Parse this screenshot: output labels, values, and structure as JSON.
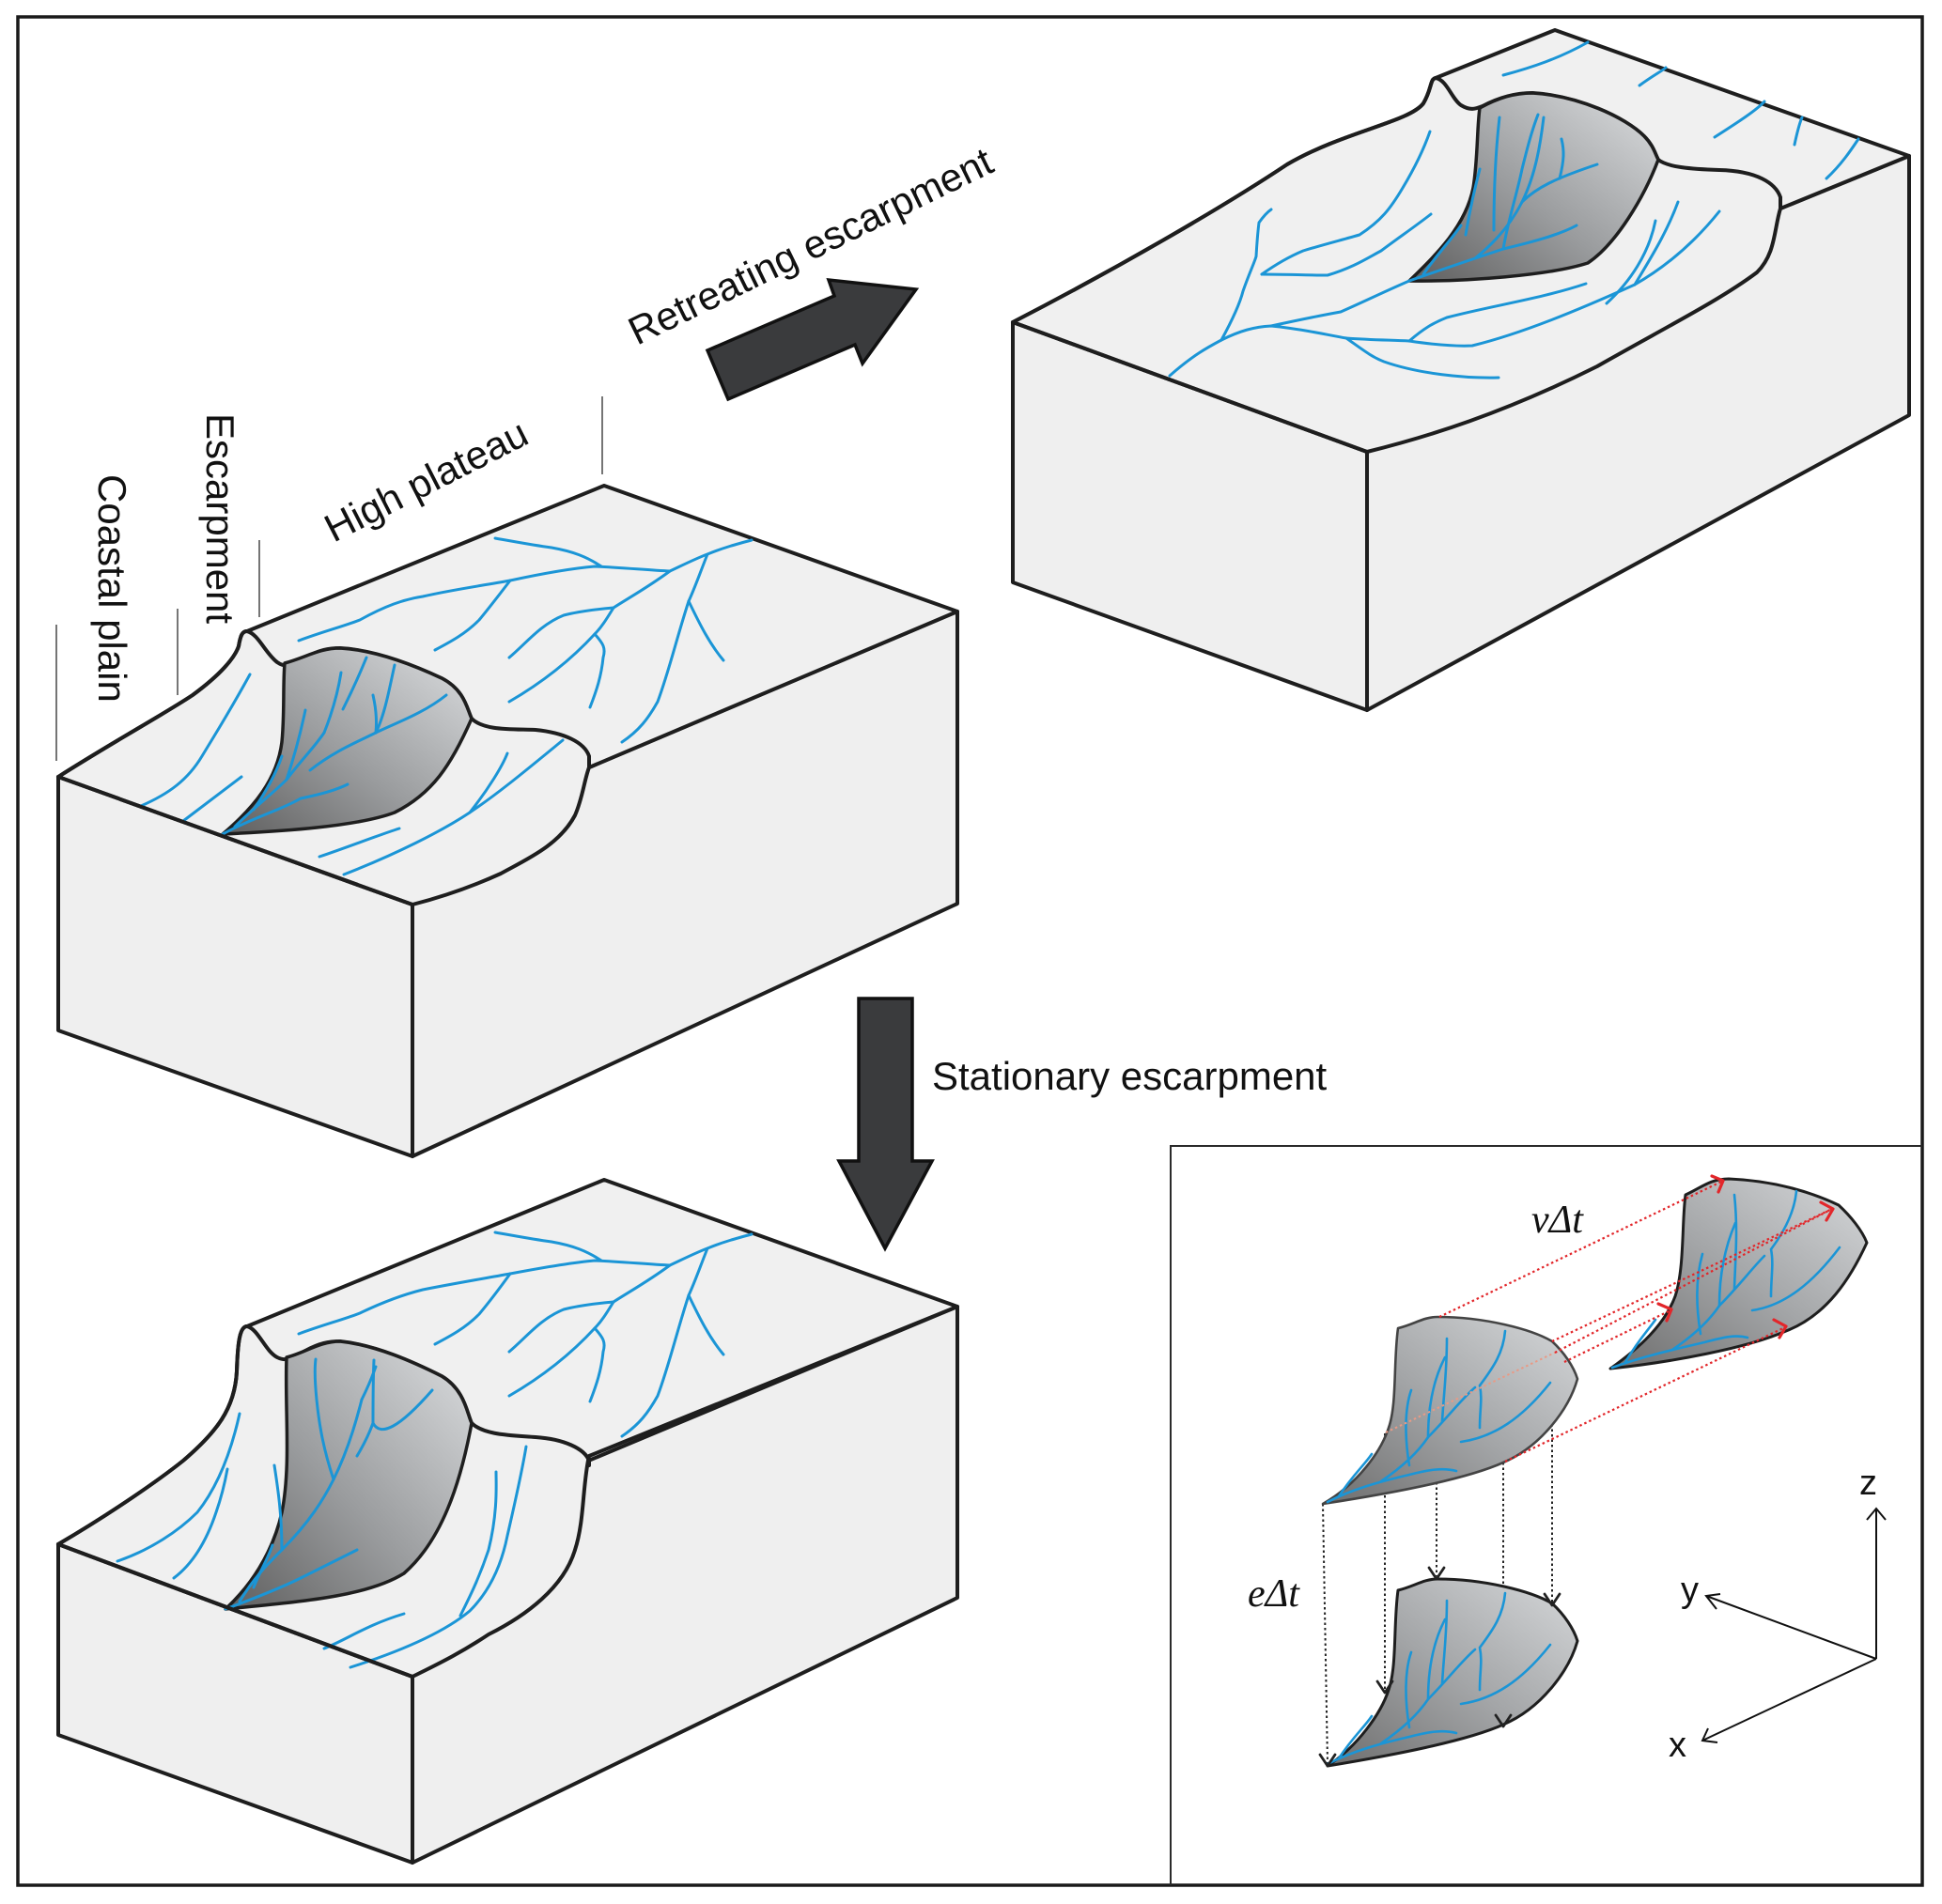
{
  "figure": {
    "labels": {
      "coastal_plain": "Coastal plain",
      "escarpment": "Escarpment",
      "high_plateau": "High plateau",
      "retreating": "Retreating escarpment",
      "stationary": "Stationary escarpment"
    },
    "inset": {
      "v_dt": "vΔt",
      "e_dt": "eΔt",
      "axes": {
        "x": "x",
        "y": "y",
        "z": "z"
      }
    },
    "colors": {
      "block_face": "#efefef",
      "outline": "#1e1e1e",
      "stream": "#1b95d6",
      "cirque_light": "#d4d6d8",
      "cirque_dark": "#6a6a6a",
      "arrow_fill": "#3a3b3d",
      "horizontal_motion": "#e2262a"
    }
  }
}
